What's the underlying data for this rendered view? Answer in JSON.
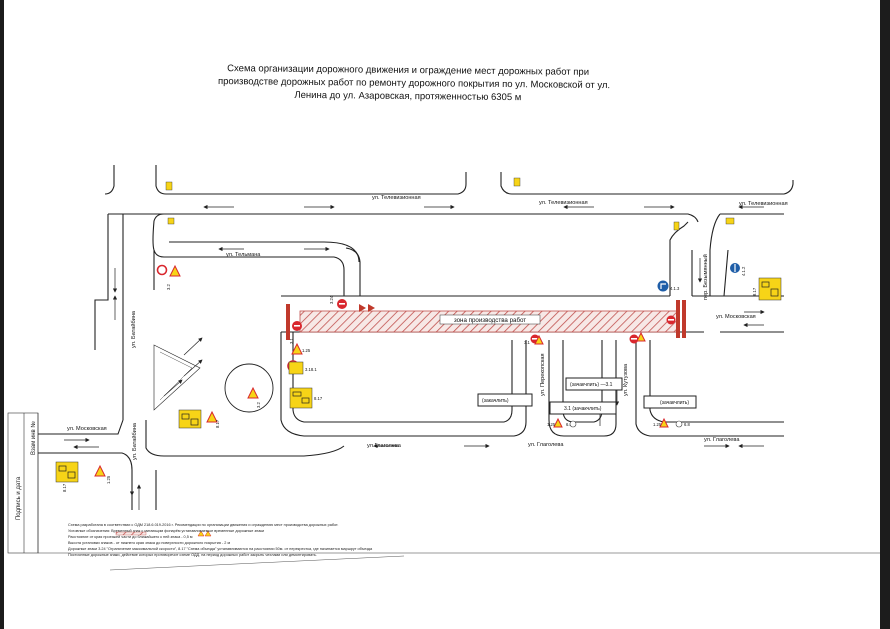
{
  "title": {
    "line1": "Схема организации дорожного движения и ограждение мест дорожных работ при",
    "line2": "производстве дорожных работ по ремонту дорожного покрытия по ул. Московской от ул.",
    "line3": "Ленина до ул. Азаровская, протяженностью 6305 м"
  },
  "streets": {
    "televizionnaya_1": "ул. Телевизионная",
    "televizionnaya_2": "ул. Телевизионная",
    "televizionnaya_3": "ул. Телевизионная",
    "telmana": "ул. Тельмана",
    "batalnaya_1": "ул. Батайбина",
    "batalnaya_2": "ул. Батайбина",
    "moskovskaya_left": "ул. Московская",
    "moskovskaya_right": "ул. Московская",
    "glagoleva_1": "ул.Глаголева",
    "glagoleva_2": "ул. Глаголева",
    "glagoleva_3": "ул. Глаголева",
    "perekopskaya": "ул. Перекопская",
    "kutuzova": "ул. Кутузова",
    "bezymyanny": "пер. Безымянный"
  },
  "work_zone": "зона производства работ",
  "closure_boxes": {
    "box1": "(закачлить)",
    "box2": "(зачакчлить) —3.1",
    "box3": "3.1   (зачакчлить)",
    "box4": "(зачакчлить)"
  },
  "sign_codes": {
    "s1": "3.2",
    "s2": "3.18.1",
    "s3": "8.17",
    "s4": "4.1.3",
    "s5": "4.1.2",
    "s6": "8.17",
    "s7": "1.25",
    "s8": "3.1",
    "s9": "3.24",
    "s10": "1.25",
    "s11": "6.8",
    "s12": "1.25",
    "s13": "6.8",
    "s14": "3.1",
    "s15": "8.17",
    "s16": "8.17",
    "s17": "1.25",
    "s18": "3.2"
  },
  "notes": {
    "line1": "Схема разработана в соответствии с ОДМ 218.6.019-2016 г. Рекомендации по организации движения и ограждению мест производства дорожных работ.",
    "line2": "Условные обозначения:                  Временный знак с мигающим фонарём                  устанавливаемые временные дорожные знаки",
    "line3": "Расстояние от края проезжей части до ближайшего к ней знака - 0,5 м",
    "line4": "Высота установки знаков - от нижнего края знака до поверхности дорожного покрытия - 2 м",
    "line5": "Дорожные знаки 3.24 \"Ограничение максимальной скорости\", 8.17 \"Схема объезда\" устанавливаются на расстоянии 50м. от перекрестка, где начинается маршрут объезда",
    "line6": "Постоянные дорожные знаки, действие которых противоречит схеме ОДД, на период дорожных работ закрыть чехлами или демонтировать."
  },
  "signature": {
    "left": "Подпись и дата",
    "right": "Взам инв №"
  },
  "colors": {
    "road_line": "#222222",
    "hatch": "#c0504d",
    "sign_red": "#d9272e",
    "sign_yellow": "#f7d417",
    "sign_blue": "#1f5ea8",
    "barrier": "#c0392b"
  }
}
